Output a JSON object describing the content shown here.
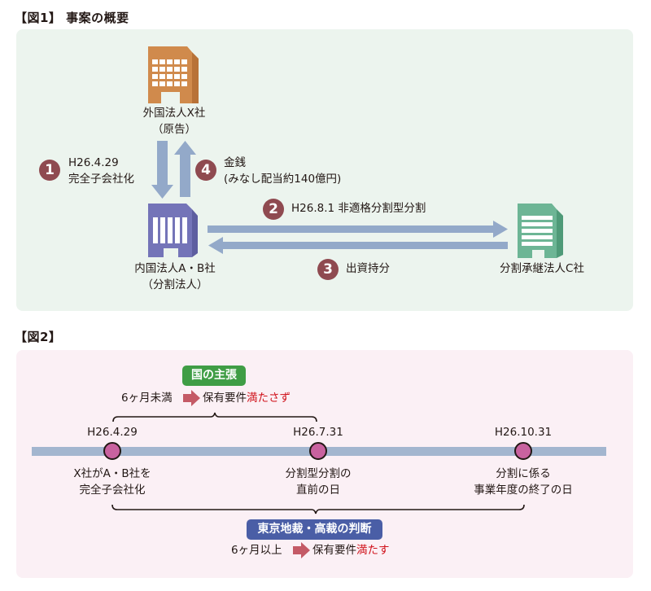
{
  "figure1": {
    "heading": "【図1】 事案の概要",
    "colors": {
      "panel_bg": "#ecf4ee",
      "arrow": "#93a9c9",
      "num_circle": "#8f4a50"
    },
    "entities": {
      "x_company": {
        "icon": "building-orange-icon",
        "name": "外国法人X社",
        "role": "（原告）",
        "color": "#d08a4c"
      },
      "ab_companies": {
        "icon": "building-purple-icon",
        "name": "内国法人A・B社",
        "role": "（分割法人）",
        "color": "#7474b8"
      },
      "c_company": {
        "icon": "building-green-icon",
        "name": "分割承継法人C社",
        "color": "#6db595"
      }
    },
    "steps": [
      {
        "num": "1",
        "line1": "H26.4.29",
        "line2": "完全子会社化"
      },
      {
        "num": "2",
        "line1": "H26.8.1 非適格分割型分割"
      },
      {
        "num": "3",
        "line1": "出資持分"
      },
      {
        "num": "4",
        "line1": "金銭",
        "line2": "(みなし配当約140億円)"
      }
    ]
  },
  "figure2": {
    "heading": "【図2】",
    "colors": {
      "panel_bg": "#fbf0f5",
      "timeline": "#a3b6cf",
      "point": "#c9629f",
      "gov_badge": "#3f9d45",
      "court_badge": "#4a5ea6",
      "emphasis": "#d0121b",
      "arrow": "#c45a66"
    },
    "government": {
      "badge": "国の主張",
      "text_prefix": "6ヶ月未満",
      "text_main": "保有要件",
      "text_emphasis": "満たさず"
    },
    "court": {
      "badge": "東京地裁・高裁の判断",
      "text_prefix": "6ヶ月以上",
      "text_main": "保有要件",
      "text_emphasis": "満たす"
    },
    "timeline": [
      {
        "date": "H26.4.29",
        "line1": "X社がA・B社を",
        "line2": "完全子会社化"
      },
      {
        "date": "H26.7.31",
        "line1": "分割型分割の",
        "line2": "直前の日"
      },
      {
        "date": "H26.10.31",
        "line1": "分割に係る",
        "line2": "事業年度の終了の日"
      }
    ]
  }
}
